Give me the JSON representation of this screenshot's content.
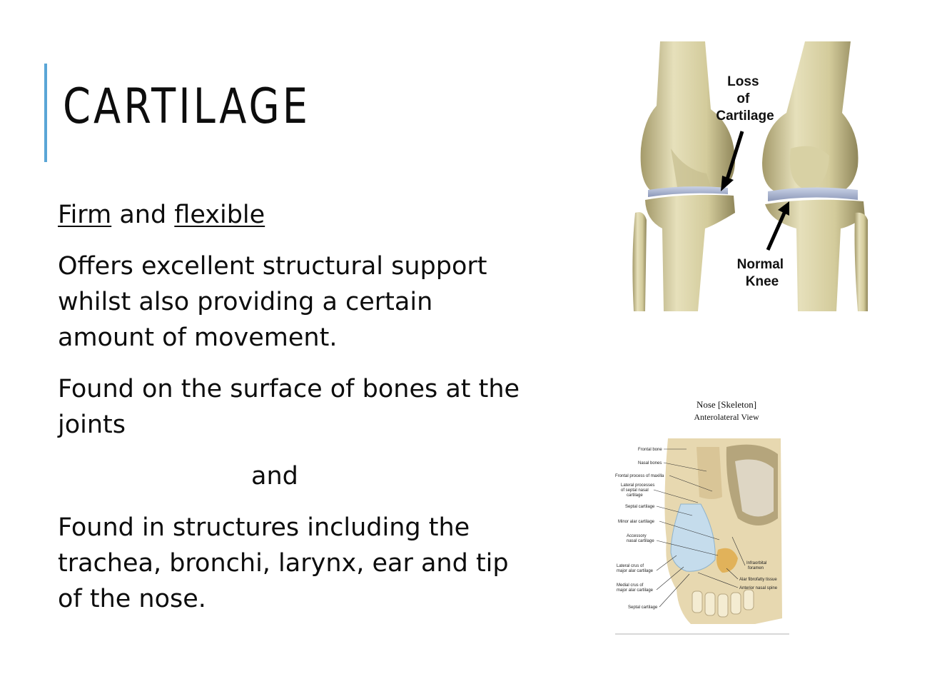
{
  "slide": {
    "title": "CARTILAGE",
    "accent_color": "#5aa6d6",
    "points": {
      "firm": "Firm",
      "and_word": " and ",
      "flexible": "flexible",
      "support": "Offers excellent structural support whilst also providing a certain amount of movement.",
      "found_joints": "Found on the surface of bones at the joints",
      "and_connector": "and",
      "found_structures": "Found in structures including the trachea, bronchi, larynx, ear and tip of the nose."
    }
  },
  "knee_figure": {
    "loss_label": [
      "Loss",
      "of",
      "Cartilage"
    ],
    "normal_label": [
      "Normal",
      "Knee"
    ],
    "icons": [
      "arrow-icon"
    ]
  },
  "nose_figure": {
    "title": "Nose [Skeleton]",
    "subtitle": "Anterolateral  View",
    "left_labels": [
      "Frontal bone",
      "Nasal bones",
      "Frontal process of maxilla",
      "Lateral processes",
      "of septal nasal",
      "cartilage",
      "Septal cartilage",
      "Minor alar cartilage",
      "Accessory",
      "nasal cartilage",
      "Lateral crus of",
      "major alar cartilage",
      "Medial crus of",
      "major alar cartilage",
      "Septal cartilage"
    ],
    "right_labels": [
      "Infraorbital",
      "foramen",
      "Alar fibrofatty tissue",
      "Anterior nasal spine"
    ]
  }
}
